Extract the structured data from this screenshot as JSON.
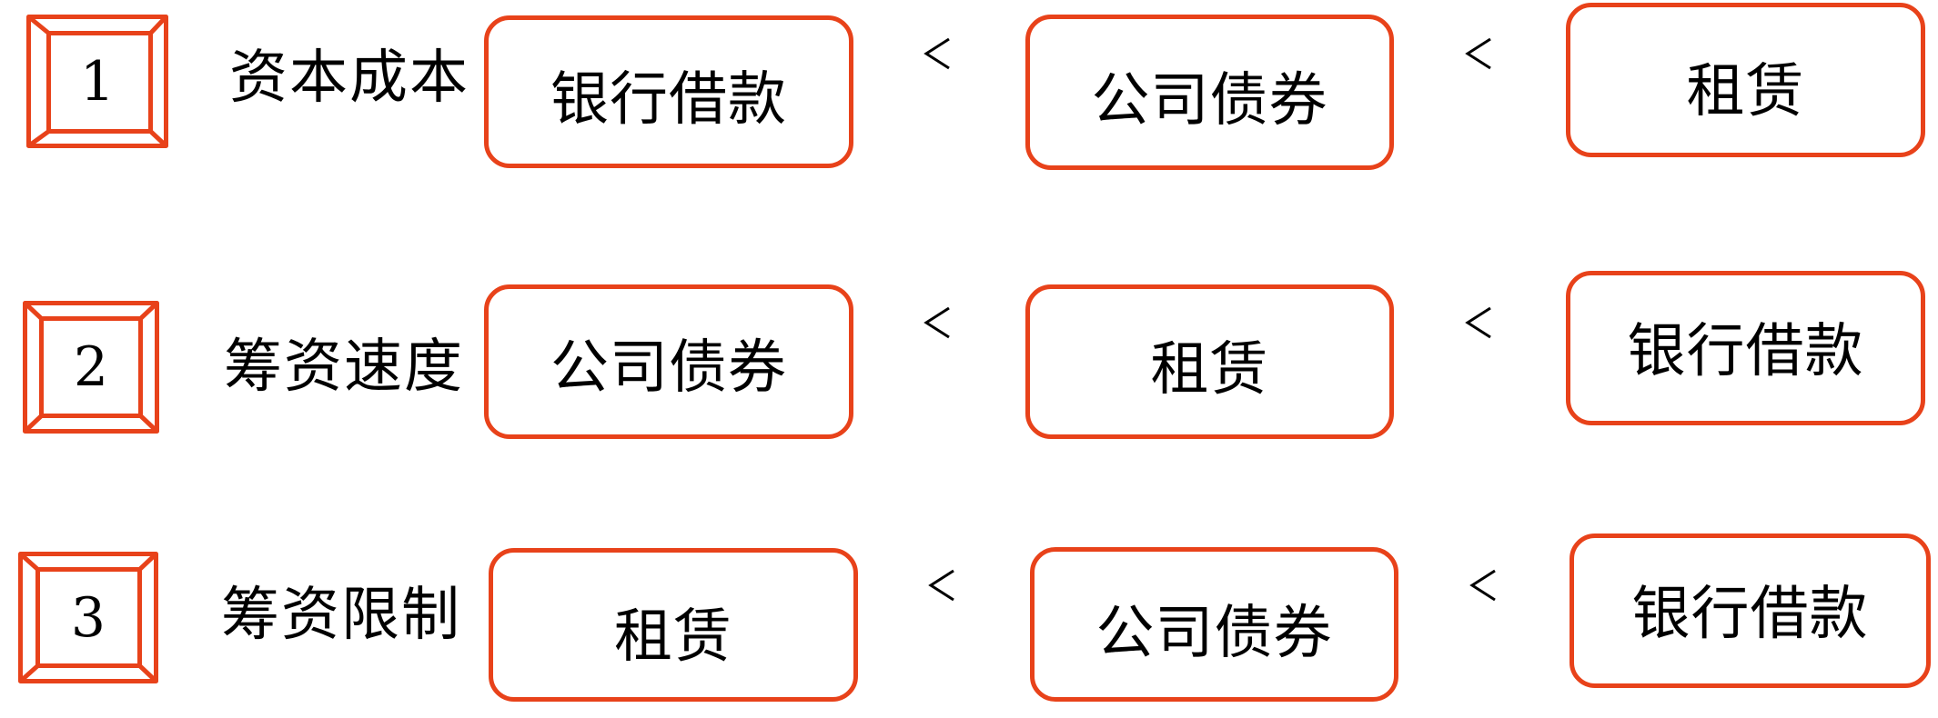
{
  "accent_color": "#E8421A",
  "comparison_symbol": "<",
  "rows": [
    {
      "number": "1",
      "label": "资本成本",
      "options": [
        "银行借款",
        "公司债券",
        "租赁"
      ]
    },
    {
      "number": "2",
      "label": "筹资速度",
      "options": [
        "公司债券",
        "租赁",
        "银行借款"
      ]
    },
    {
      "number": "3",
      "label": "筹资限制",
      "options": [
        "租赁",
        "公司债券",
        "银行借款"
      ]
    }
  ]
}
